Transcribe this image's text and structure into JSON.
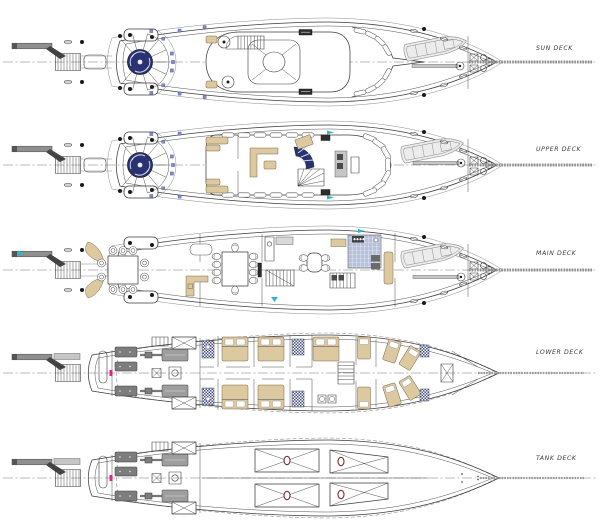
{
  "decks": [
    {
      "id": "sun-deck",
      "label": "SUN DECK"
    },
    {
      "id": "upper-deck",
      "label": "UPPER DECK"
    },
    {
      "id": "main-deck",
      "label": "MAIN DECK"
    },
    {
      "id": "lower-deck",
      "label": "LOWER DECK"
    },
    {
      "id": "tank-deck",
      "label": "TANK DECK"
    }
  ],
  "colors": {
    "background": "#ffffff",
    "line": "#3b3b3b",
    "light_line": "#8a8a8a",
    "boom_gray": "#8f8f8f",
    "tender_gray": "#9a9a9a",
    "machinery_gray": "#7d7d7d",
    "wood_tan": "#dcc9a0",
    "wood_tan_light": "#ecdfc4",
    "navy": "#2a3270",
    "blue_marker": "#7f8ac6",
    "tile_blue": "#b7c1de",
    "bath_tile_navy": "#46508e",
    "cyan": "#2fb6c9",
    "magenta": "#e0218a",
    "manhole_red": "#7a2e2e"
  }
}
